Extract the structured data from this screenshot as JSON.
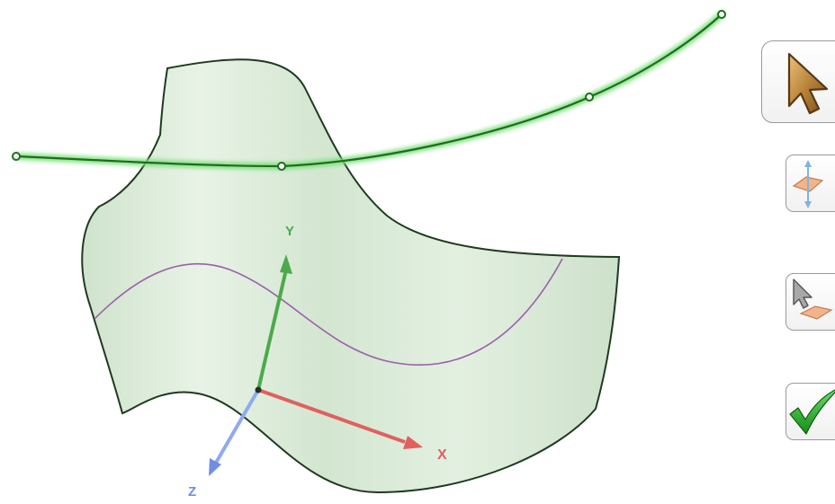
{
  "viewport": {
    "axes": [
      {
        "id": "x",
        "label": "X",
        "color": "#e06060"
      },
      {
        "id": "y",
        "label": "Y",
        "color": "#4caa4c"
      },
      {
        "id": "z",
        "label": "Z",
        "color": "#6e8ee0"
      }
    ],
    "surface_fill": "#d8ead5",
    "surface_edge": "#1f3a1f",
    "curve_color": "#1b6e1b",
    "curve_glow": "#7fe07f",
    "section_curve_color": "#9a60a8"
  },
  "toolbar": {
    "buttons": [
      {
        "id": "select",
        "icon": "arrow-cursor-icon"
      },
      {
        "id": "plane",
        "icon": "plane-with-axis-icon"
      },
      {
        "id": "pick",
        "icon": "cursor-on-plane-icon"
      },
      {
        "id": "ok",
        "icon": "green-checkmark-icon"
      }
    ]
  }
}
